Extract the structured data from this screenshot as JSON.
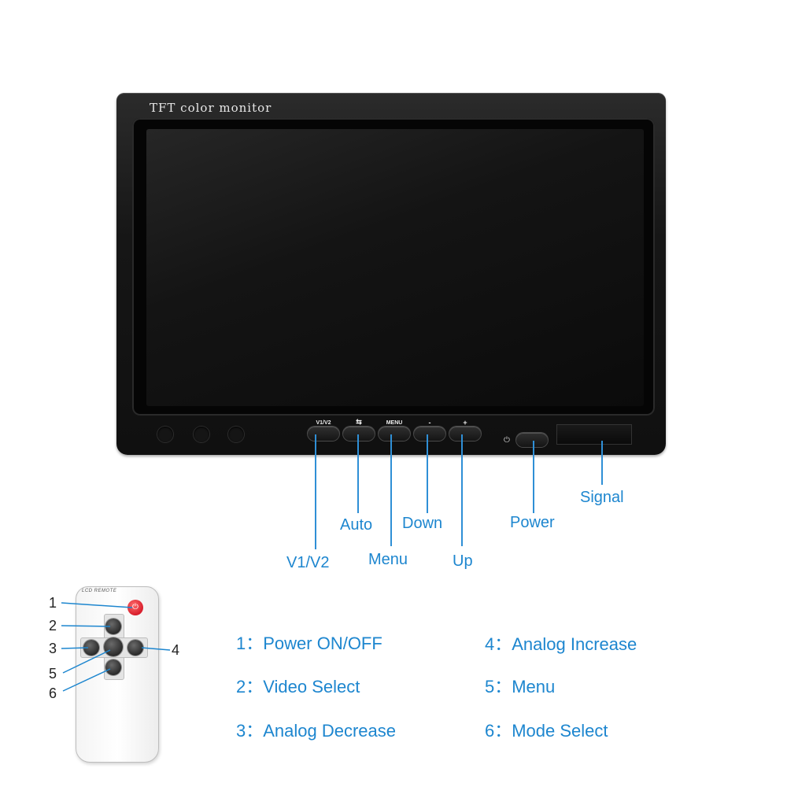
{
  "monitor": {
    "brand_text": "TFT color monitor",
    "buttons": [
      {
        "label": "V1/V2"
      },
      {
        "label": "⇆"
      },
      {
        "label": "MENU"
      },
      {
        "label": "-"
      },
      {
        "label": "+"
      }
    ],
    "power_glyph": "⏻"
  },
  "callouts": {
    "v1v2": "V1/V2",
    "auto": "Auto",
    "menu": "Menu",
    "down": "Down",
    "up": "Up",
    "power": "Power",
    "signal": "Signal"
  },
  "remote": {
    "title": "LCD REMOTE",
    "numbers": [
      "1",
      "2",
      "3",
      "4",
      "5",
      "6"
    ]
  },
  "legend": [
    {
      "text": "1：Power ON/OFF"
    },
    {
      "text": "2：Video Select"
    },
    {
      "text": "3：Analog Decrease"
    },
    {
      "text": "4：Analog Increase"
    },
    {
      "text": "5：Menu"
    },
    {
      "text": "6：Mode Select"
    }
  ],
  "colors": {
    "accent": "#1d86cf",
    "monitor_body": "#161616",
    "remote_power": "#d81e2c"
  }
}
